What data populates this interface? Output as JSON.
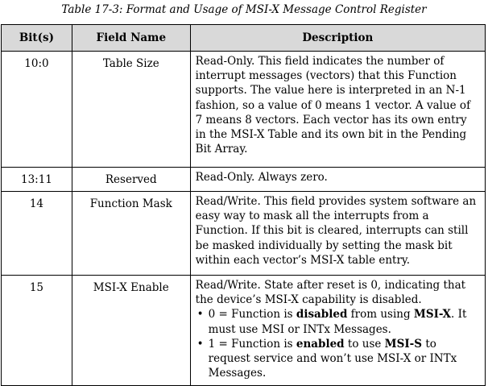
{
  "caption": "Table 17-3: Format and Usage of MSI-X Message Control Register",
  "headers": {
    "bits": "Bit(s)",
    "field": "Field Name",
    "desc": "Description"
  },
  "rows": [
    {
      "bits": "10:0",
      "field": "Table Size",
      "desc": "Read-Only. This field indicates the number of interrupt messages (vectors) that this Function supports. The value here is interpreted in an N-1 fashion, so a value of 0 means 1 vector. A value of 7 means 8 vectors. Each vector has its own entry in the MSI-X Table and its own bit in the Pending Bit Array."
    },
    {
      "bits": "13:11",
      "field": "Reserved",
      "desc": "Read-Only. Always zero."
    },
    {
      "bits": "14",
      "field": "Function Mask",
      "desc": "Read/Write. This field provides system software an easy way to mask all the interrupts from a Function. If this bit is cleared, interrupts can still be masked individually by setting the mask bit within each vector’s MSI-X table entry."
    },
    {
      "bits": "15",
      "field": "MSI-X Enable",
      "desc": "Read/Write. State after reset is 0, indicating that the device’s MSI-X capability is disabled.",
      "bullets": [
        {
          "pre": "0 = Function is ",
          "b1": "disabled",
          "mid": " from using ",
          "b2": "MSI-X",
          "post": ". It must use MSI or INTx Messages."
        },
        {
          "pre": "1 = Function is ",
          "b1": "enabled",
          "mid": " to use ",
          "b2": "MSI-S",
          "post": " to request service and won’t use MSI-X or INTx Messages."
        }
      ]
    }
  ]
}
